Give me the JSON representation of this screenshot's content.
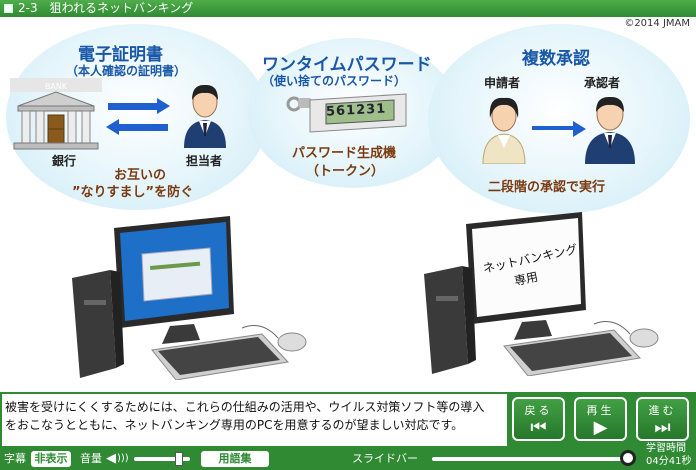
{
  "header": {
    "section": "2-3",
    "title": "狙われるネットバンキング",
    "copyright": "©2014 JMAM"
  },
  "panel_left": {
    "heading": "電子証明書",
    "subheading": "（本人確認の証明書）",
    "bank_label": "銀行",
    "person_label": "担当者",
    "caption_line1": "お互いの",
    "caption_line2": "”なりすまし”を防ぐ"
  },
  "panel_center": {
    "heading": "ワンタイムパスワード",
    "subheading": "（使い捨てのパスワード）",
    "token_display": "561231",
    "caption_line1": "パスワード生成機",
    "caption_line2": "（トークン）"
  },
  "panel_right": {
    "heading": "複数承認",
    "applicant_label": "申請者",
    "approver_label": "承認者",
    "caption": "二段階の承認で実行"
  },
  "computer_right": {
    "screen_text_line1": "ネットバンキング",
    "screen_text_line2": "専用"
  },
  "message": {
    "line1": "被害を受けにくくするためには、これらの仕組みの活用や、ウイルス対策ソフト等の導入",
    "line2": "をおこなうとともに、ネットバンキング専用のPCを用意するのが望ましい対応です。"
  },
  "nav": {
    "back_label": "戻る",
    "play_label": "再生",
    "next_label": "進む",
    "back_icon": "skip-back-icon",
    "play_icon": "play-icon",
    "next_icon": "skip-forward-icon"
  },
  "controls": {
    "caption_label": "字幕",
    "caption_toggle": "非表示",
    "volume_label": "音量",
    "glossary_button": "用語集",
    "slider_label": "スライドバー",
    "study_time_label": "学習時間",
    "study_time_value": "04分41秒",
    "slide_progress": 0.98
  },
  "colors": {
    "green": "#2f8a33",
    "blue_text": "#1957a8",
    "arrow_blue": "#1f5fd0",
    "brown_text": "#7a3a10"
  }
}
